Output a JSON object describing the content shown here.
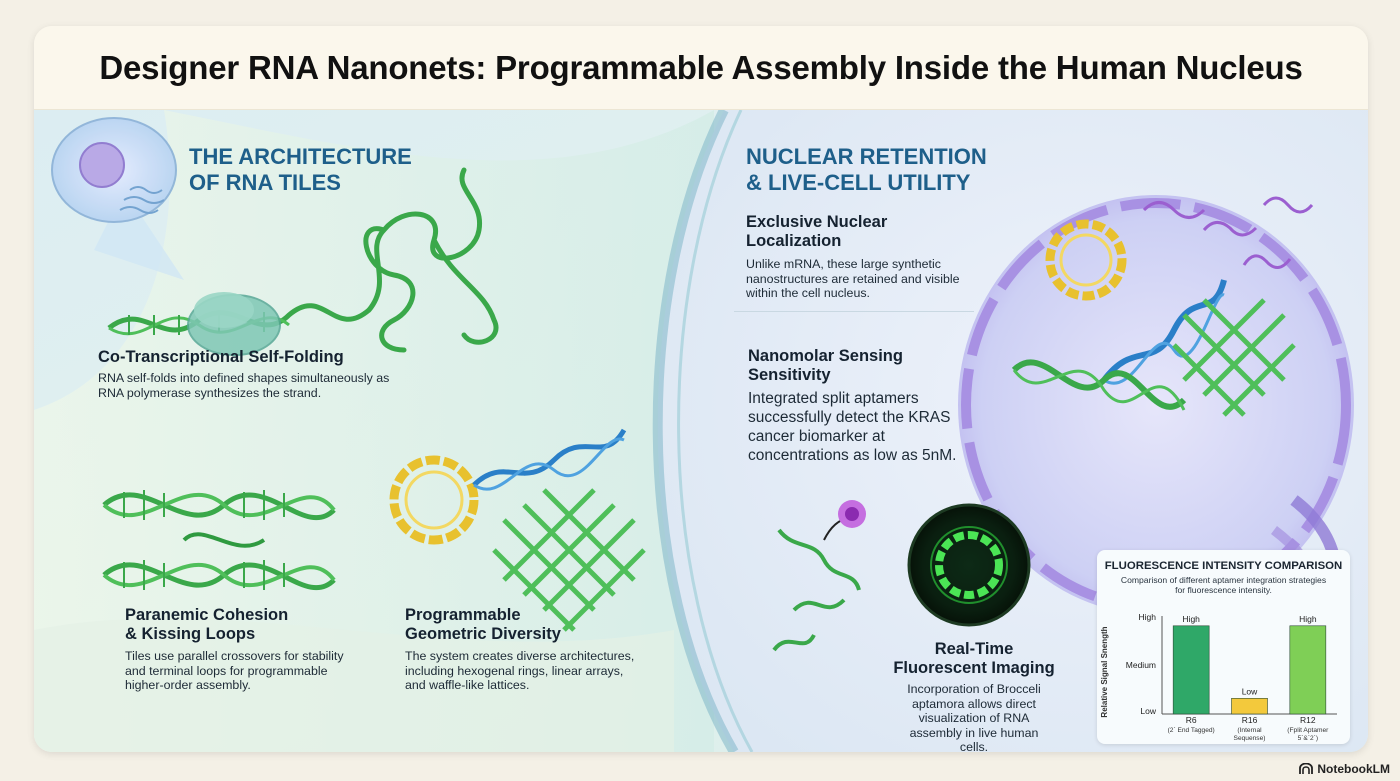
{
  "title": "Designer RNA Nanonets: Programmable Assembly Inside the Human Nucleus",
  "left": {
    "heading": "THE ARCHITECTURE\nOF RNA TILES",
    "cotx": {
      "title": "Co-Transcriptional Self-Folding",
      "body": "RNA self-folds into defined shapes simultaneously as RNA polymerase synthesizes the strand."
    },
    "paranemic": {
      "title": "Paranemic Cohesion\n& Kissing Loops",
      "body": "Tiles use parallel crossovers for stability and terminal loops for programmable higher-order assembly."
    },
    "geometric": {
      "title": "Programmable\nGeometric Diversity",
      "body": "The system creates diverse architectures, including hexogenal rings, linear arrays, and waffle-like lattices."
    }
  },
  "right": {
    "heading": "NUCLEAR RETENTION\n& LIVE-CELL UTILITY",
    "nuclear": {
      "title": "Exclusive Nuclear\nLocalization",
      "body": "Unlike mRNA, these large synthetic nanostructures are retained and visible within the cell nucleus."
    },
    "sensing": {
      "title": "Nanomolar Sensing\nSensitivity",
      "body": "Integrated split aptamers successfully detect the KRAS cancer biomarker at concentrations as low as 5nM."
    },
    "imaging": {
      "title": "Real-Time\nFluorescent Imaging",
      "body": "Incorporation of Brocceli aptamora allows direct visualization of RNA assembly in live human cells."
    }
  },
  "chart_data": {
    "type": "bar",
    "title": "FLUORESCENCE INTENSITY COMPARISON",
    "subtitle": "Comparison of different aptamer integration strategies for fluorescence intensity.",
    "ylabel": "Relative Signal Snength",
    "yticks": [
      "Low",
      "Medium",
      "High"
    ],
    "ylim": [
      0,
      1
    ],
    "bars": [
      {
        "label": "R6",
        "sub": "(2` End Tagged)",
        "value": 0.9,
        "value_label": "High",
        "color": "#2fa868"
      },
      {
        "label": "R16",
        "sub": "(Internal\nSequense)",
        "value": 0.16,
        "value_label": "Low",
        "color": "#f3c93c"
      },
      {
        "label": "R12",
        "sub": "(Fplit Aptamer\n5`&`2`)",
        "value": 0.9,
        "value_label": "High",
        "color": "#7fcf56"
      }
    ]
  },
  "brand": "NotebookLM",
  "colors": {
    "accent": "#1e5f8a",
    "rna_green": "#3aa84a",
    "rna_blue": "#2a7fc8",
    "ring_yellow": "#e8c12e",
    "nucleus_purple": "#b39ae6"
  }
}
